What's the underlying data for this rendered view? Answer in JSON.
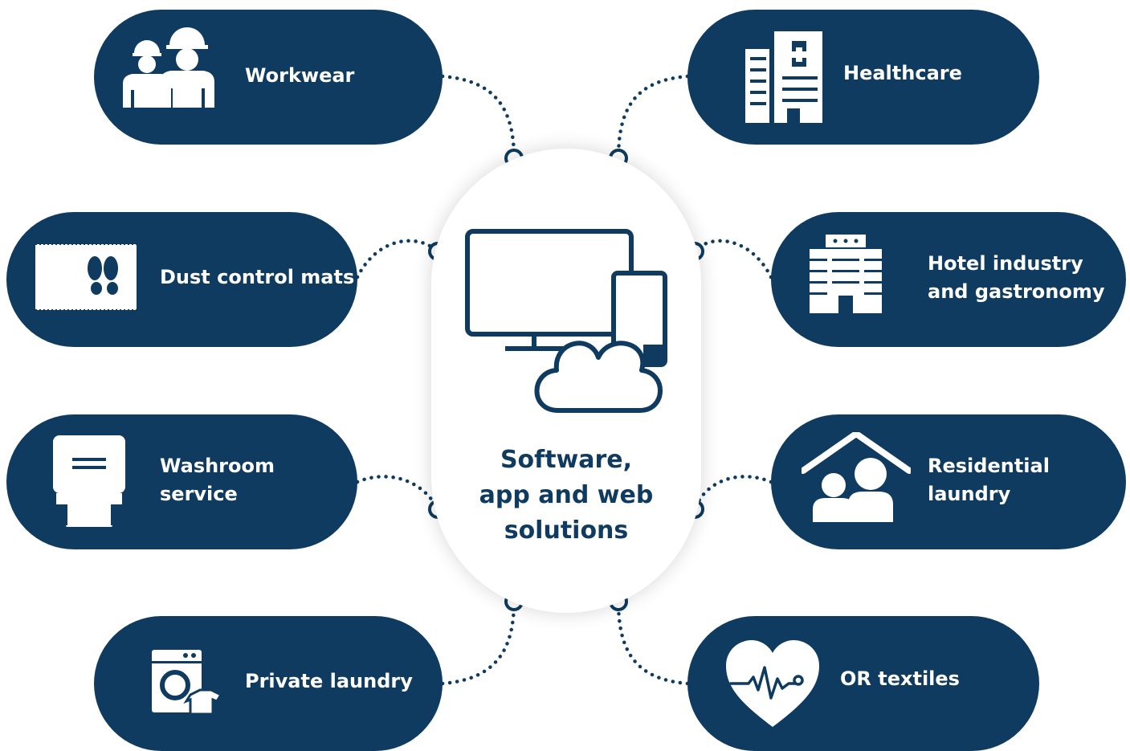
{
  "center": {
    "title_line1": "Software,",
    "title_line2": "app and web",
    "title_line3": "solutions",
    "icon": "devices-cloud-icon"
  },
  "segments": [
    {
      "label": "Workwear",
      "icon": "workers-icon"
    },
    {
      "label": "Healthcare",
      "icon": "hospital-icon"
    },
    {
      "label": "Dust control mats",
      "icon": "footprints-mat-icon"
    },
    {
      "label_line1": "Hotel industry",
      "label_line2": "and gastronomy",
      "icon": "hotel-icon"
    },
    {
      "label_line1": "Washroom",
      "label_line2": "service",
      "icon": "towel-dispenser-icon"
    },
    {
      "label_line1": "Residential",
      "label_line2": "laundry",
      "icon": "residential-home-icon"
    },
    {
      "label": "Private laundry",
      "icon": "washing-machine-icon"
    },
    {
      "label": "OR textiles",
      "icon": "heart-pulse-icon"
    }
  ],
  "colors": {
    "primary": "#0e3b5f",
    "background": "#ffffff"
  }
}
